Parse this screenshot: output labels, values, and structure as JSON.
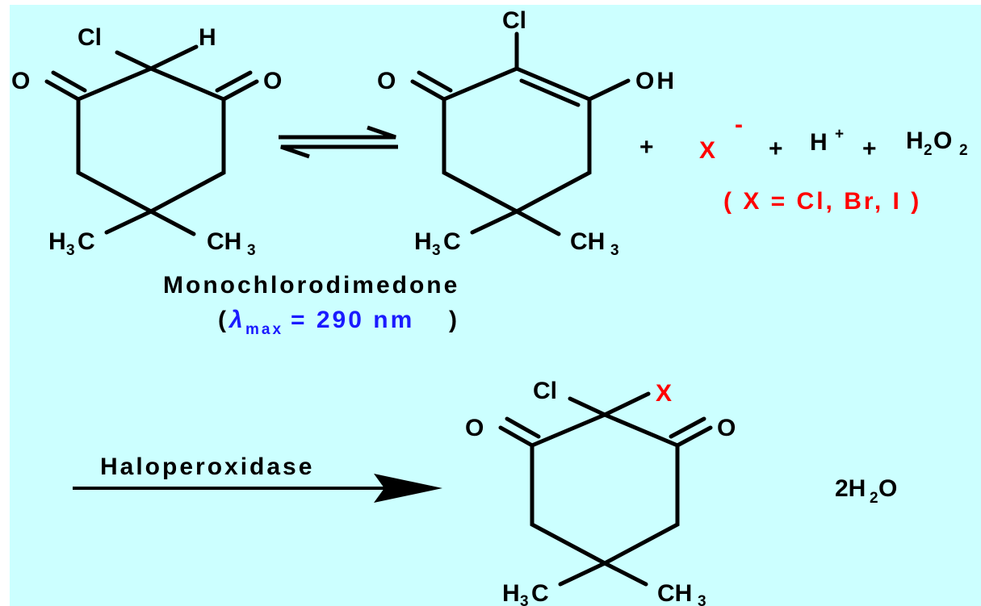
{
  "colors": {
    "background": "#ccffff",
    "bond": "#000000",
    "halide": "#ff0000",
    "wavelength": "#1a1aff"
  },
  "reactant": {
    "atoms": {
      "cl": "Cl",
      "h": "H",
      "o_left": "O",
      "o_right": "O",
      "methyl_left_main": "H",
      "methyl_left_sub": "3",
      "methyl_left_c": "C",
      "methyl_right_main": "CH",
      "methyl_right_sub": "3"
    },
    "name": "Monochlorodimedone",
    "lambda_open": "(",
    "lambda_symbol": "λ",
    "lambda_sub": "max",
    "lambda_value": "= 290 nm",
    "lambda_close": ")"
  },
  "enol": {
    "atoms": {
      "cl": "Cl",
      "o": "O",
      "oh": "OH",
      "methyl_left_main": "H",
      "methyl_left_sub": "3",
      "methyl_left_c": "C",
      "methyl_right_main": "CH",
      "methyl_right_sub": "3"
    }
  },
  "reagents": {
    "plus1": "+",
    "halide": "X",
    "halide_charge": "-",
    "plus2": "+",
    "proton": "H",
    "proton_charge": "+",
    "plus3": "+",
    "peroxide_h": "H",
    "peroxide_sub1": "2",
    "peroxide_o": "O",
    "peroxide_sub2": "2",
    "halide_note": "( X = Cl, Br, I )"
  },
  "reaction": {
    "enzyme": "Haloperoxidase"
  },
  "product": {
    "atoms": {
      "cl": "Cl",
      "x": "X",
      "o_left": "O",
      "o_right": "O",
      "methyl_left_main": "H",
      "methyl_left_sub": "3",
      "methyl_left_c": "C",
      "methyl_right_main": "CH",
      "methyl_right_sub": "3"
    },
    "water_coef_h": "2H",
    "water_sub": "2",
    "water_o": "O"
  }
}
